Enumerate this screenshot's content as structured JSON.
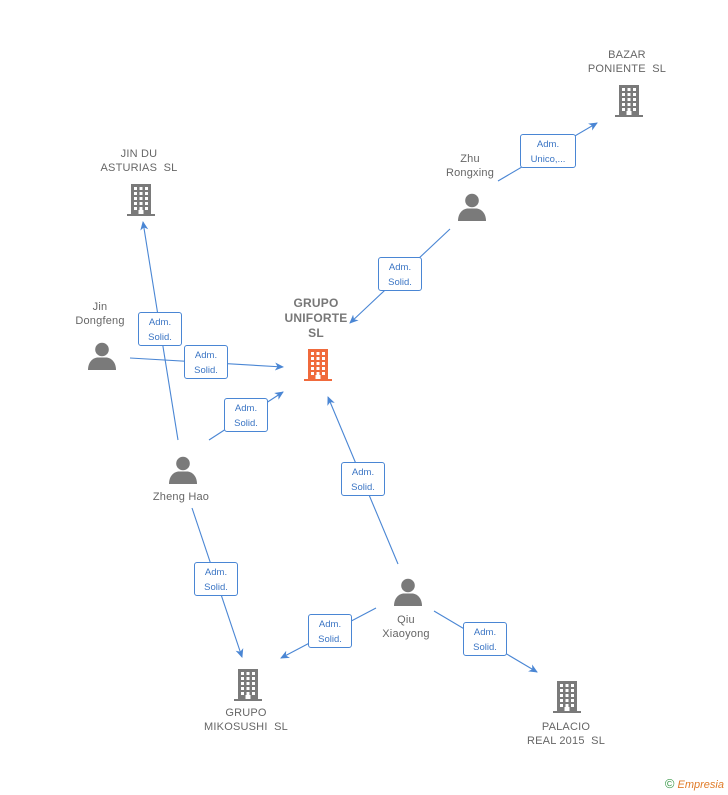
{
  "colors": {
    "edge": "#4a86d4",
    "node_icon": "#7a7a7a",
    "focus_icon": "#f06a3c",
    "brand": "#e07b28"
  },
  "nodes": [
    {
      "id": "uniforte",
      "kind": "company",
      "icon": "building-icon",
      "focus": true,
      "label": "GRUPO\nUNIFORTE\nSL"
    },
    {
      "id": "bazar",
      "kind": "company",
      "icon": "building-icon",
      "label": "BAZAR\nPONIENTE  SL"
    },
    {
      "id": "jindu",
      "kind": "company",
      "icon": "building-icon",
      "label": "JIN DU\nASTURIAS  SL"
    },
    {
      "id": "mikosushi",
      "kind": "company",
      "icon": "building-icon",
      "label": "GRUPO\nMIKOSUSHI  SL"
    },
    {
      "id": "palacio",
      "kind": "company",
      "icon": "building-icon",
      "label": "PALACIO\nREAL 2015  SL"
    },
    {
      "id": "zhu",
      "kind": "person",
      "icon": "person-icon",
      "label": "Zhu\nRongxing"
    },
    {
      "id": "jin",
      "kind": "person",
      "icon": "person-icon",
      "label": "Jin\nDongfeng"
    },
    {
      "id": "zheng",
      "kind": "person",
      "icon": "person-icon",
      "label": "Zheng Hao"
    },
    {
      "id": "qiu",
      "kind": "person",
      "icon": "person-icon",
      "label": "Qiu\nXiaoyong"
    }
  ],
  "edges": [
    {
      "from": "zhu",
      "to": "bazar",
      "label": "Adm.\nUnico,..."
    },
    {
      "from": "zhu",
      "to": "uniforte",
      "label": "Adm.\nSolid."
    },
    {
      "from": "jin",
      "to": "uniforte",
      "label": "Adm.\nSolid."
    },
    {
      "from": "zheng",
      "to": "jindu",
      "label": "Adm.\nSolid."
    },
    {
      "from": "zheng",
      "to": "uniforte",
      "label": "Adm.\nSolid."
    },
    {
      "from": "zheng",
      "to": "mikosushi",
      "label": "Adm.\nSolid."
    },
    {
      "from": "qiu",
      "to": "uniforte",
      "label": "Adm.\nSolid."
    },
    {
      "from": "qiu",
      "to": "mikosushi",
      "label": "Adm.\nSolid."
    },
    {
      "from": "qiu",
      "to": "palacio",
      "label": "Adm.\nSolid."
    }
  ],
  "footer": {
    "copyright_symbol": "©",
    "brand": "Empresia"
  }
}
